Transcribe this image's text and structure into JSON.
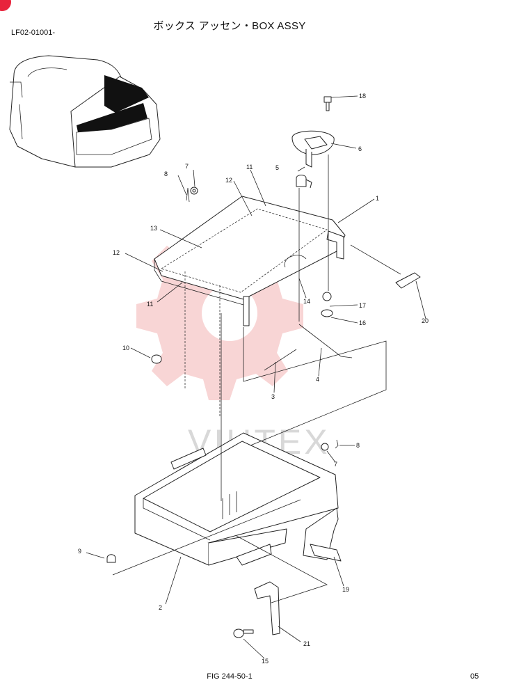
{
  "header": {
    "title": "ボックス アッセン・BOX ASSY",
    "code": "LF02-01001-"
  },
  "footer": {
    "figure": "FIG 244-50-1",
    "page": "05"
  },
  "watermark": {
    "text": "VIHTEX",
    "color": "#f3b3b3"
  },
  "accent_color": "#e8243c",
  "callouts": {
    "n1": "1",
    "n2": "2",
    "n3": "3",
    "n4": "4",
    "n5": "5",
    "n6": "6",
    "n7a": "7",
    "n7b": "7",
    "n8a": "8",
    "n8b": "8",
    "n9": "9",
    "n10": "10",
    "n11a": "11",
    "n11b": "11",
    "n12a": "12",
    "n12b": "12",
    "n13": "13",
    "n14": "14",
    "n15": "15",
    "n16": "16",
    "n17": "17",
    "n18": "18",
    "n19": "19",
    "n20": "20",
    "n21": "21"
  }
}
